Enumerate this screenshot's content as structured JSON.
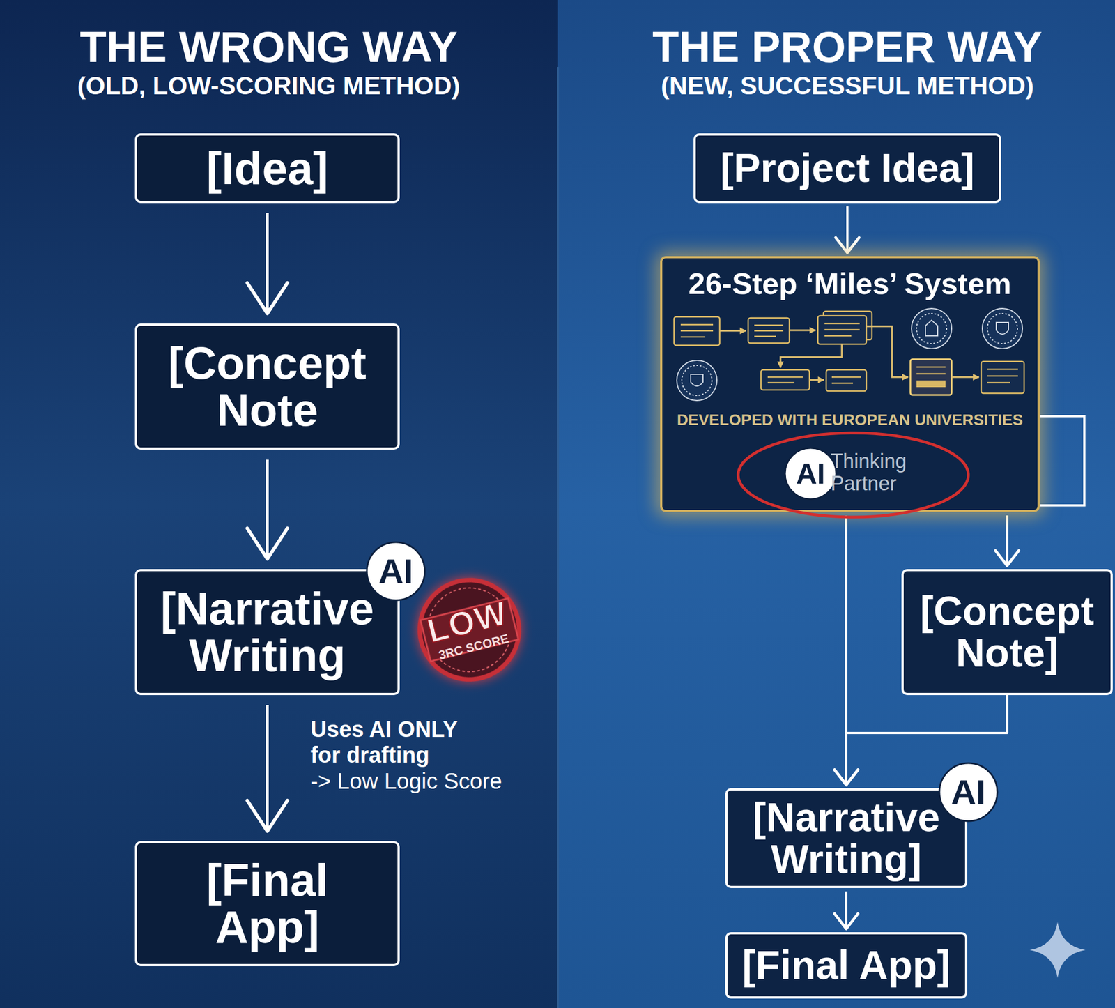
{
  "diagram": {
    "nodes": [
      {
        "text": [
          "[Idea]"
        ]
      },
      {
        "text": [
          "[Concept Note"
        ]
      },
      {
        "text": [
          "[Narrative Writing"
        ]
      },
      {
        "text": [
          "AI"
        ]
      },
      {
        "text": [
          "LOW",
          "3RC SCORE"
        ]
      },
      {
        "text": [
          "[Final App]"
        ]
      },
      {
        "text": [
          "[Project Idea]"
        ]
      },
      {
        "text": [
          "26-Step ‘Miles’ System",
          "DEVELOPED WITH EUROPEAN UNIVERSITIES"
        ]
      },
      {
        "text": [
          "Thinking Partner"
        ],
        "in": 7
      },
      {
        "text": [
          "AI"
        ],
        "in": 8
      },
      {
        "text": [
          "[Concept Note]"
        ]
      },
      {
        "text": [
          "[Narrative Writing]"
        ]
      },
      {
        "text": [
          "AI"
        ]
      },
      {
        "text": [
          "[Final App]"
        ]
      }
    ],
    "edges": [
      {
        "from": 0,
        "to": 1,
        "arrow": "to"
      },
      {
        "from": 1,
        "to": 2,
        "arrow": "to"
      },
      {
        "from": 2,
        "to": 5,
        "arrow": "to"
      },
      {
        "from": 6,
        "to": 7,
        "arrow": "to"
      },
      {
        "from": 7,
        "to": 10,
        "arrow": "to"
      },
      {
        "from": 7,
        "to": 11,
        "arrow": "to"
      },
      {
        "from": 10,
        "to": 11,
        "arrow": "to"
      },
      {
        "from": 11,
        "to": 13,
        "arrow": "to"
      }
    ],
    "labels": [
      "THE WRONG WAY",
      "(OLD, LOW-SCORING METHOD)",
      "THE PROPER WAY",
      "(NEW, SUCCESSFUL METHOD)",
      "Uses AI ONLY for drafting",
      "-> Low Logic Score"
    ]
  }
}
